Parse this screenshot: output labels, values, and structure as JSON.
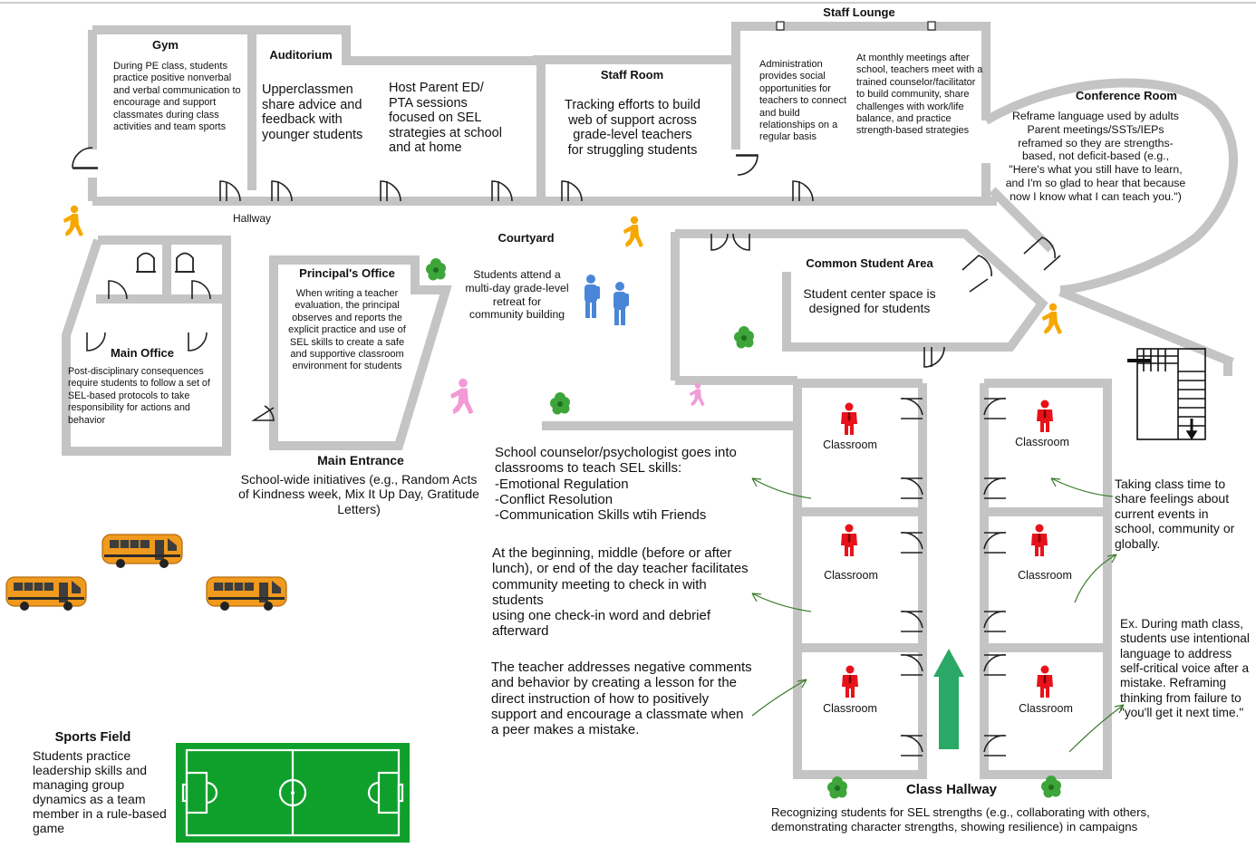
{
  "colors": {
    "wall": "#c4c4c4",
    "person_orange": "#f6a800",
    "person_red": "#e8121a",
    "student_blue": "#4a86d8",
    "student_pink": "#f29ad6",
    "bus": "#f09a1e",
    "field": "#0fa02c",
    "arrow_green": "#2aa866",
    "tree": "#3da53a"
  },
  "rooms": {
    "gym": {
      "title": "Gym",
      "text": "During PE class, students practice positive nonverbal and verbal communication to encourage and support classmates during class activities and team sports"
    },
    "auditorium": {
      "title": "Auditorium",
      "text_left": "Upperclassmen share advice and feedback with younger students",
      "text_right": "Host Parent ED/ PTA sessions focused on SEL strategies at school and at home"
    },
    "staff_room": {
      "title": "Staff Room",
      "text": "Tracking efforts to build web of support across grade-level teachers for struggling students"
    },
    "staff_lounge": {
      "title": "Staff Lounge",
      "text_left": "Administration provides social opportunities for teachers to connect and build relationships on a regular basis",
      "text_right": "At monthly meetings after school, teachers meet with a trained counselor/facilitator to build community, share challenges with work/life balance, and practice strength-based strategies"
    },
    "conference_room": {
      "title": "Conference Room",
      "text": "Reframe language used by adults\nParent meetings/SSTs/IEPs reframed so they are strengths-based, not deficit-based (e.g., \"Here's what you still have to learn, and I'm so glad to hear that because now I know what I can teach you.\")"
    },
    "hallway": {
      "title": "Hallway"
    },
    "courtyard": {
      "title": "Courtyard",
      "text": "Students attend a multi-day grade-level retreat for community building"
    },
    "common_area": {
      "title": "Common Student Area",
      "text": "Student center space is designed for students"
    },
    "principal": {
      "title": "Principal's Office",
      "text": "When writing a teacher evaluation, the principal observes and reports the explicit practice and use of SEL skills to create a safe and supportive classroom environment for students"
    },
    "main_office": {
      "title": "Main Office",
      "text": "Post-disciplinary consequences require students to follow a set of SEL-based protocols to take responsibility for actions and behavior"
    },
    "main_entrance": {
      "title": "Main Entrance",
      "text": "School-wide initiatives (e.g., Random Acts of Kindness week, Mix It Up Day, Gratitude Letters)"
    },
    "sports_field": {
      "title": "Sports Field",
      "text": "Students practice leadership skills and managing group dynamics as a team member in a rule-based game"
    },
    "class_hallway": {
      "title": "Class Hallway",
      "text": "Recognizing students for SEL strengths (e.g., collaborating with others, demonstrating character strengths, showing resilience) in campaigns"
    }
  },
  "classrooms": [
    "Classroom",
    "Classroom",
    "Classroom",
    "Classroom",
    "Classroom",
    "Classroom"
  ],
  "annotations": {
    "counselor": "School counselor/psychologist goes into classrooms to teach SEL skills:\n-Emotional Regulation\n-Conflict Resolution\n-Communication Skills wtih Friends",
    "community_meeting": "At the beginning, middle (before or after lunch), or end of the day teacher facilitates community meeting to check in with students\nusing one check-in word and debrief afterward",
    "negative_comments": "The teacher addresses negative comments and behavior by creating a lesson for the direct instruction of how to positively support and encourage a classmate when a peer makes a mistake.",
    "feelings": "Taking  class time to share feelings about current events in school, community or globally.",
    "math_class": "Ex. During math class, students use intentional language to address self-critical voice after a mistake. Reframing thinking from failure to \"you'll get it next time.\""
  }
}
